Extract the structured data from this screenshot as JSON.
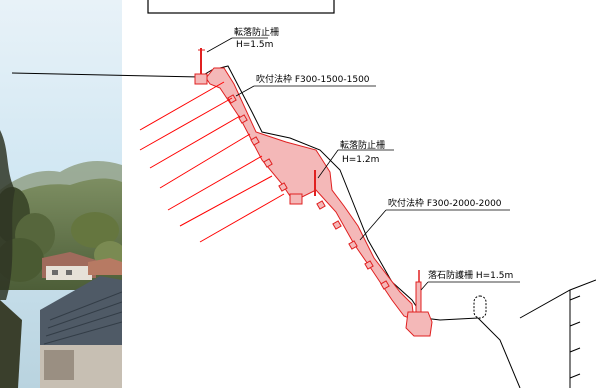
{
  "labels": {
    "fence_top_name": "転落防止柵",
    "fence_top_height": "H=1.5m",
    "spray_frame_upper": "吹付法枠 F300-1500-1500",
    "fence_mid_name": "転落防止柵",
    "fence_mid_height": "H=1.2m",
    "spray_frame_lower": "吹付法枠 F300-2000-2000",
    "rockfall_fence": "落石防護柵 H=1.5m"
  },
  "colors": {
    "structure_fill": "#f4b8b8",
    "structure_stroke": "#e02020",
    "anchor_stroke": "#ff0000",
    "sky": "#cfe6f2",
    "hills": "#6d7f52",
    "roof": "#4f5a66"
  }
}
